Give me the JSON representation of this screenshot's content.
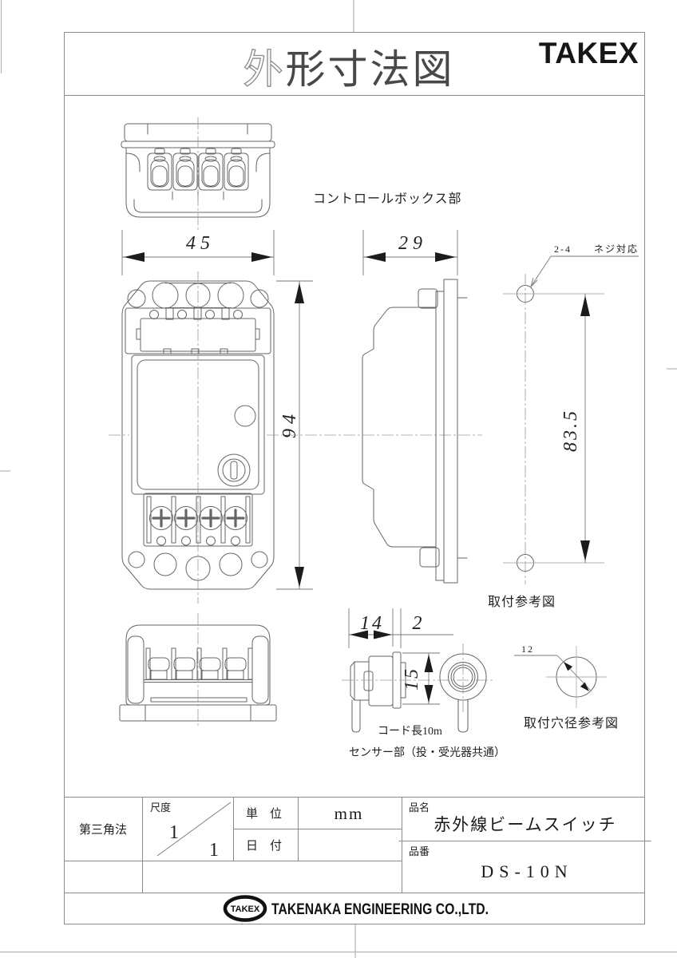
{
  "header": {
    "brand": "TAKEX",
    "title_outlined": "外",
    "title_solid": "形寸法図"
  },
  "drawing": {
    "dim_width": "45",
    "dim_depth": "29",
    "dim_height": "94",
    "dim_hole_pitch": "83.5",
    "dim_sensor_length": "14",
    "dim_flange_thickness": "2",
    "dim_sensor_diameter": "15",
    "dim_hole_diameter": "12",
    "label_control_box": "コントロールボックス部",
    "label_screw_count": "2-4",
    "label_screw_note": "ネジ対応",
    "label_mount_ref": "取付参考図",
    "label_cord": "コード長10m",
    "label_sensor": "センサー部（投・受光器共通）",
    "label_hole_ref": "取付穴径参考図"
  },
  "title_block": {
    "projection": "第三角法",
    "scale_label": "尺度",
    "scale_numerator": "1",
    "scale_denominator": "1",
    "unit_label": "単　位",
    "unit_value": "mm",
    "date_label": "日　付",
    "date_value": "",
    "product_name_label": "品名",
    "product_name": "赤外線ビームスイッチ",
    "product_number_label": "品番",
    "product_number": "DS-10N"
  },
  "footer": {
    "logo_text": "TAKEX",
    "company": "TAKENAKA ENGINEERING CO.,LTD."
  }
}
